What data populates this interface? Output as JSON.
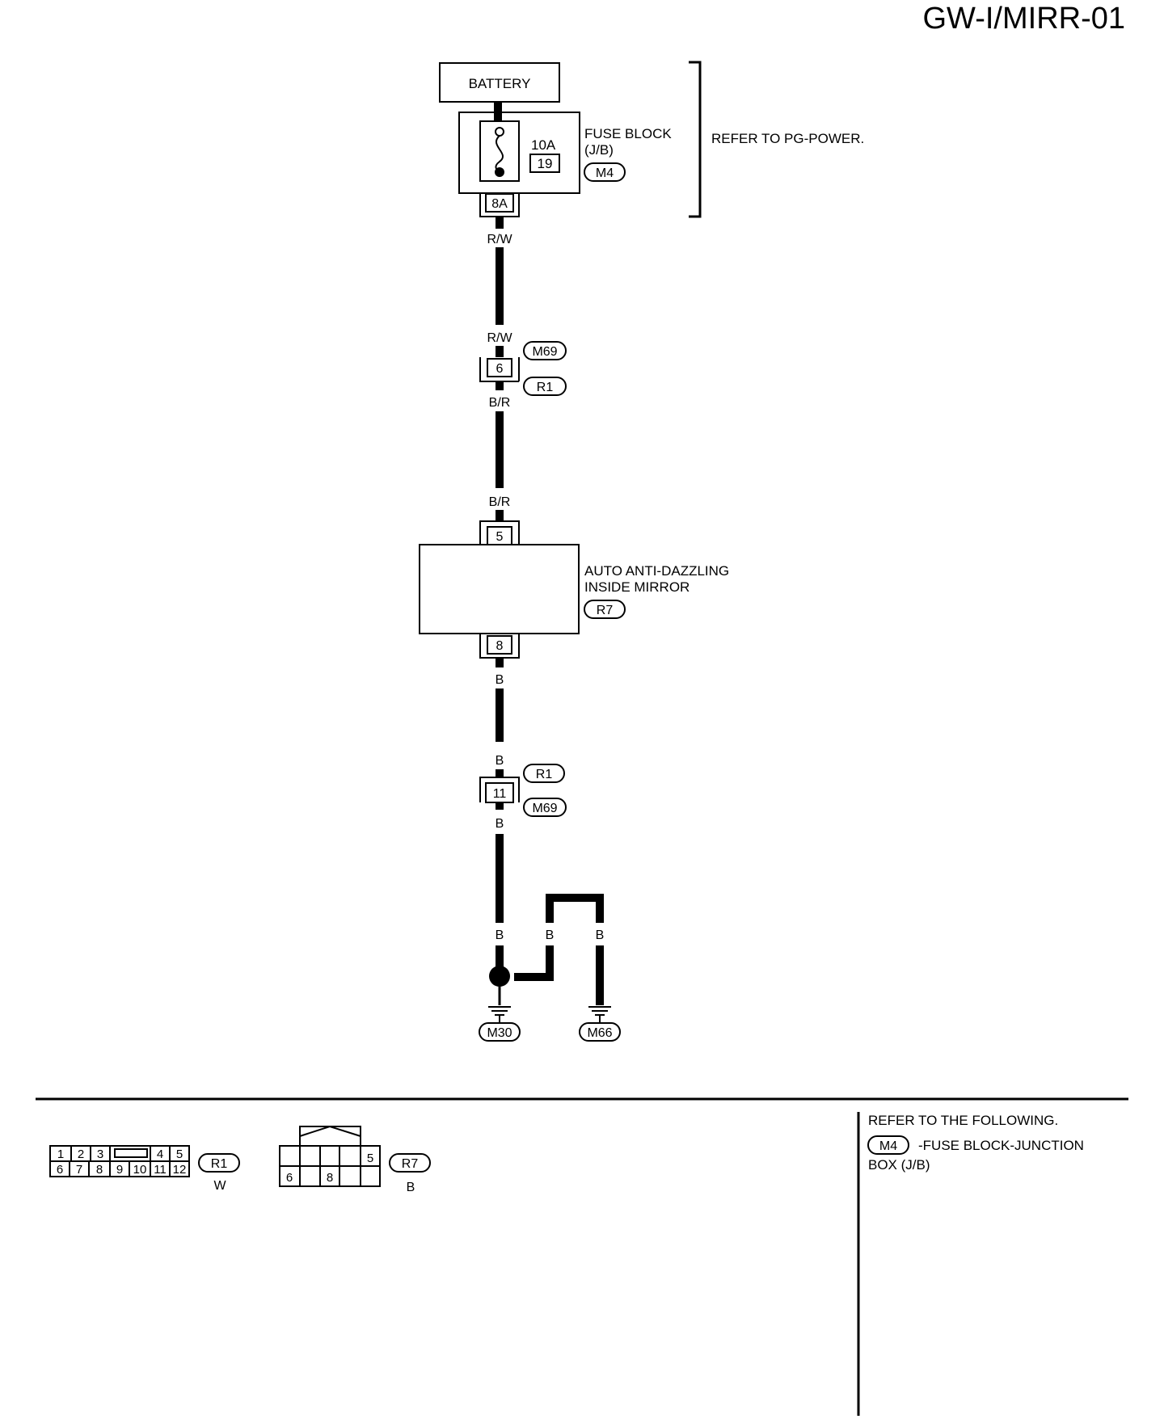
{
  "page_code": "GW-I/MIRR-01",
  "battery": {
    "label": "BATTERY"
  },
  "fuse_block": {
    "name": "FUSE BLOCK",
    "sub": "(J/B)",
    "rating": "10A",
    "fuse_no": "19",
    "connector": "M4",
    "terminal": "8A"
  },
  "refer_power": "REFER TO PG-POWER.",
  "wires": {
    "rw_top": "R/W",
    "rw_bottom": "R/W",
    "br_top": "B/R",
    "br_bottom": "B/R",
    "b1": "B",
    "b2": "B",
    "b3": "B",
    "b4": "B",
    "b5": "B",
    "b6": "B"
  },
  "joint_connector_1": {
    "pin": "6",
    "upper": "M69",
    "lower": "R1"
  },
  "mirror": {
    "line1": "AUTO ANTI-DAZZLING",
    "line2": "INSIDE MIRROR",
    "connector": "R7",
    "pin_in": "5",
    "pin_out": "8"
  },
  "joint_connector_2": {
    "pin": "11",
    "upper": "R1",
    "lower": "M69"
  },
  "grounds": [
    "M30",
    "M66"
  ],
  "connector_views": {
    "r1": {
      "row1": [
        "1",
        "2",
        "3",
        "4",
        "5"
      ],
      "row2": [
        "6",
        "7",
        "8",
        "9",
        "10",
        "11",
        "12"
      ],
      "name": "R1",
      "color": "W"
    },
    "r7": {
      "row1": [
        "5"
      ],
      "row2": [
        "6",
        "8"
      ],
      "name": "R7",
      "color": "B"
    }
  },
  "reference": {
    "header": "REFER TO THE FOLLOWING.",
    "connector": "M4",
    "desc1": "-FUSE BLOCK-JUNCTION",
    "desc2": "BOX (J/B)"
  }
}
